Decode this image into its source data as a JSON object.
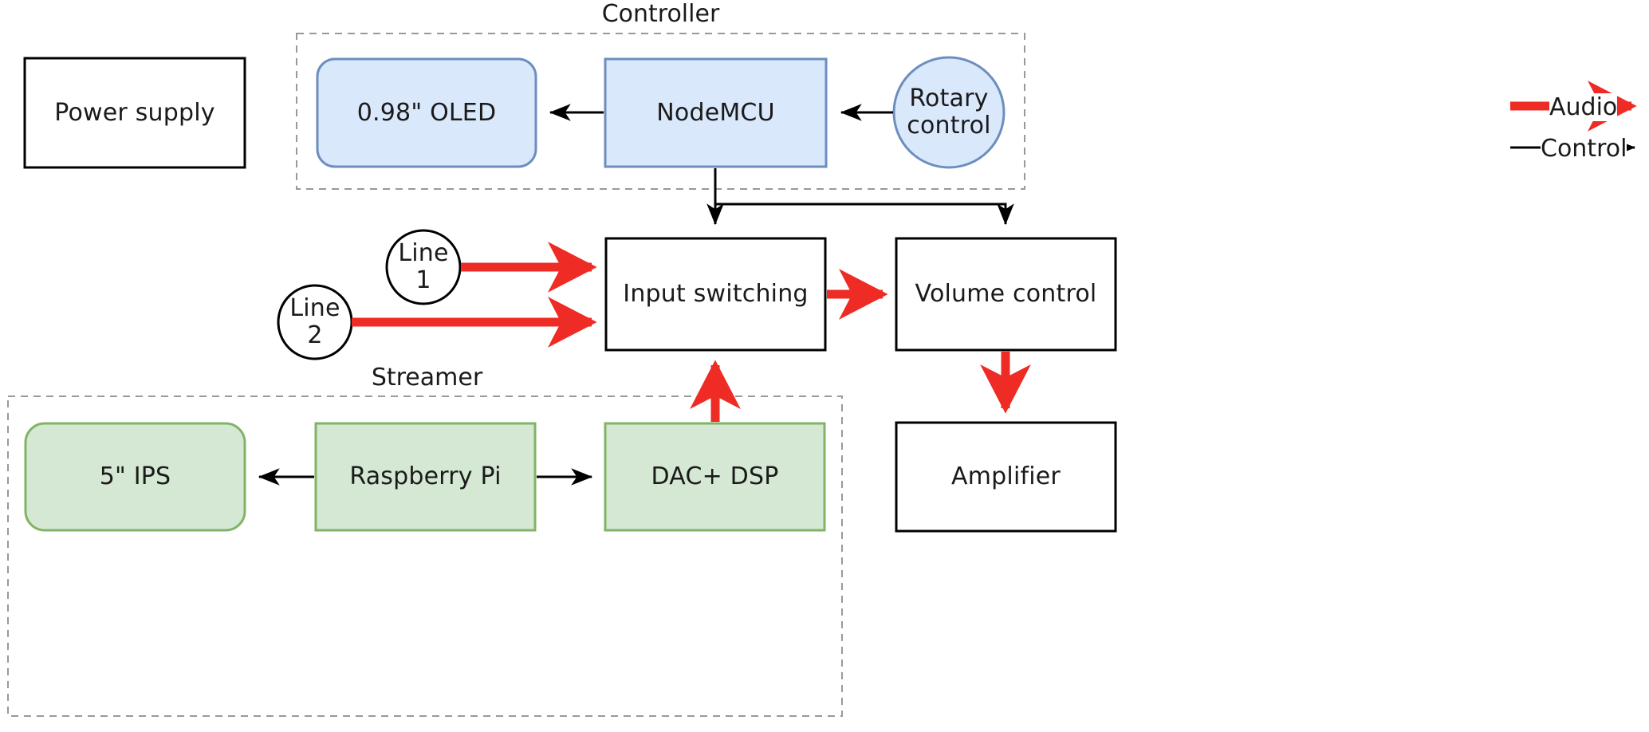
{
  "diagram": {
    "title_groups": [
      {
        "id": "controller",
        "label": "Controller"
      },
      {
        "id": "streamer",
        "label": "Streamer"
      }
    ],
    "nodes": {
      "power_supply": {
        "label": "Power supply"
      },
      "oled": {
        "label": "0.98\" OLED"
      },
      "nodemcu": {
        "label": "NodeMCU"
      },
      "rotary": {
        "label": "Rotary control"
      },
      "rotary_line1": {
        "label": "Rotary"
      },
      "rotary_line2": {
        "label": "control"
      },
      "line1": {
        "label": "Line 1"
      },
      "line2": {
        "label": "Line 2"
      },
      "input_switching": {
        "label": "Input switching"
      },
      "volume_control": {
        "label": "Volume control"
      },
      "amplifier": {
        "label": "Amplifier"
      },
      "ips": {
        "label": "5\" IPS"
      },
      "raspberry_pi": {
        "label": "Raspberry Pi"
      },
      "dac_dsp": {
        "label": "DAC+ DSP"
      }
    },
    "legend": {
      "audio": {
        "label": "Audio",
        "color": "#EE2B24"
      },
      "control": {
        "label": "Control",
        "color": "#000000"
      }
    },
    "colors": {
      "audio": "#EE2B24",
      "control": "#000000",
      "blue_fill": "#DAE8FC",
      "blue_stroke": "#6C8EBF",
      "green_fill": "#D5E8D4",
      "green_stroke": "#82B366",
      "plain_fill": "#FFFFFF",
      "plain_stroke": "#000000",
      "group_stroke": "#999999",
      "background": "#FFFFFF"
    }
  }
}
